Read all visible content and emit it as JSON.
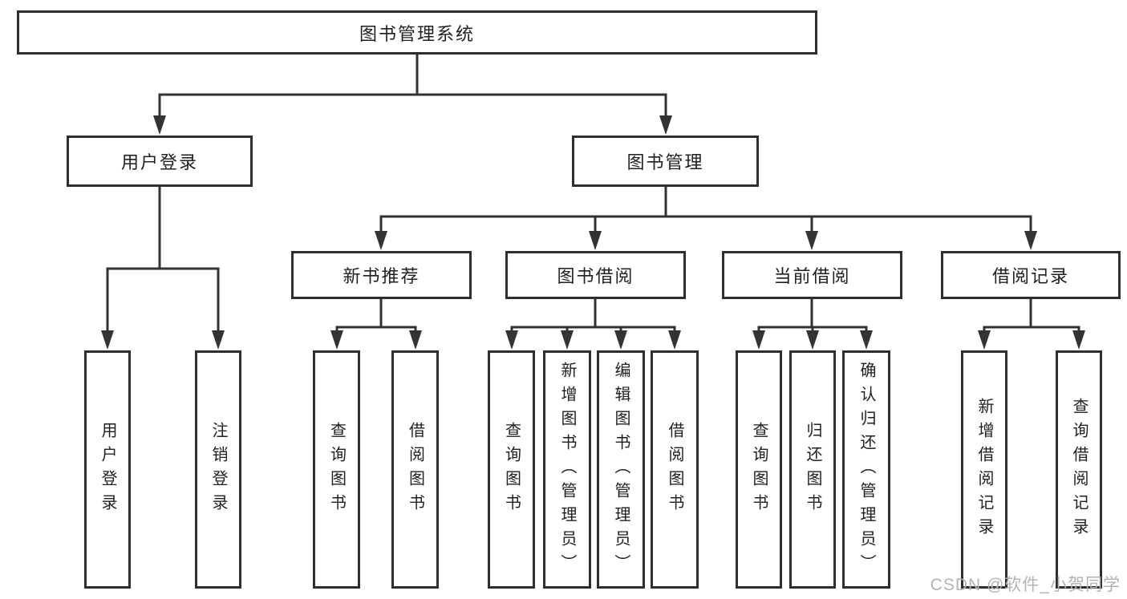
{
  "tree": {
    "root": "图书管理系统",
    "children": [
      {
        "label": "用户登录",
        "children": [
          "用户登录",
          "注销登录"
        ]
      },
      {
        "label": "图书管理",
        "children": [
          {
            "label": "新书推荐",
            "children": [
              "查询图书",
              "借阅图书"
            ]
          },
          {
            "label": "图书借阅",
            "children": [
              "查询图书",
              "新增图书（管理员）",
              "编辑图书（管理员）",
              "借阅图书"
            ]
          },
          {
            "label": "当前借阅",
            "children": [
              "查询图书",
              "归还图书",
              "确认归还（管理员）"
            ]
          },
          {
            "label": "借阅记录",
            "children": [
              "新增借阅记录",
              "查询借阅记录"
            ]
          }
        ]
      }
    ]
  },
  "watermark": "CSDN @软件_小贺同学",
  "colors": {
    "line": "#333333",
    "box_border": "#2e2e2e",
    "text": "#1f1f1f",
    "watermark": "#b3b3b3"
  }
}
